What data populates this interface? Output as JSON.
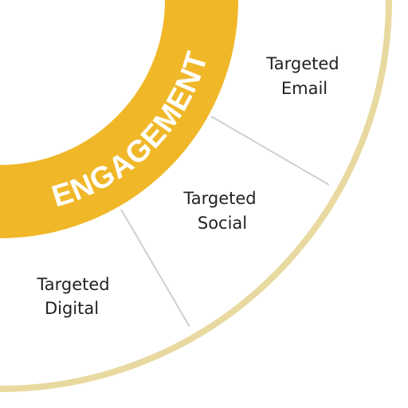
{
  "diagram": {
    "ring_label": "ENGAGEMENT",
    "segments": [
      {
        "line1": "Targeted",
        "line2": "Email"
      },
      {
        "line1": "Targeted",
        "line2": "Social"
      },
      {
        "line1": "Targeted",
        "line2": "Digital"
      }
    ]
  },
  "colors": {
    "engagement_ring": "#F0B829",
    "outer_border": "#E8D9A0",
    "divider": "#CFCFCF",
    "text": "#222222"
  }
}
